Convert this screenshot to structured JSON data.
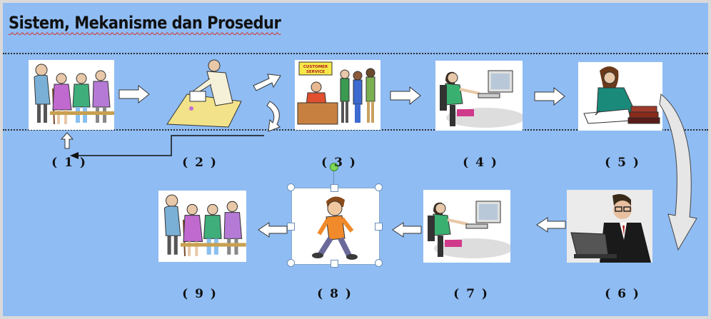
{
  "title": "Sistem, Mekanisme dan Prosedur",
  "steps": [
    {
      "label": "( 1 )",
      "icon": "elderly-group-icon"
    },
    {
      "label": "( 2 )",
      "icon": "man-writing-desk-icon"
    },
    {
      "label": "( 3 )",
      "icon": "customer-service-queue-icon",
      "sign": "CUSTOMER SERVICE"
    },
    {
      "label": "( 4 )",
      "icon": "woman-computer-icon"
    },
    {
      "label": "( 5 )",
      "icon": "woman-writing-icon"
    },
    {
      "label": "( 6 )",
      "icon": "man-laptop-icon"
    },
    {
      "label": "( 7 )",
      "icon": "woman-computer-icon"
    },
    {
      "label": "( 8 )",
      "icon": "boy-walking-icon"
    },
    {
      "label": "( 9 )",
      "icon": "elderly-group-icon"
    }
  ],
  "colors": {
    "background": "#8fbcf3",
    "dotted_line": "#2b2b2b",
    "arrow_fill": "#ffffff"
  }
}
